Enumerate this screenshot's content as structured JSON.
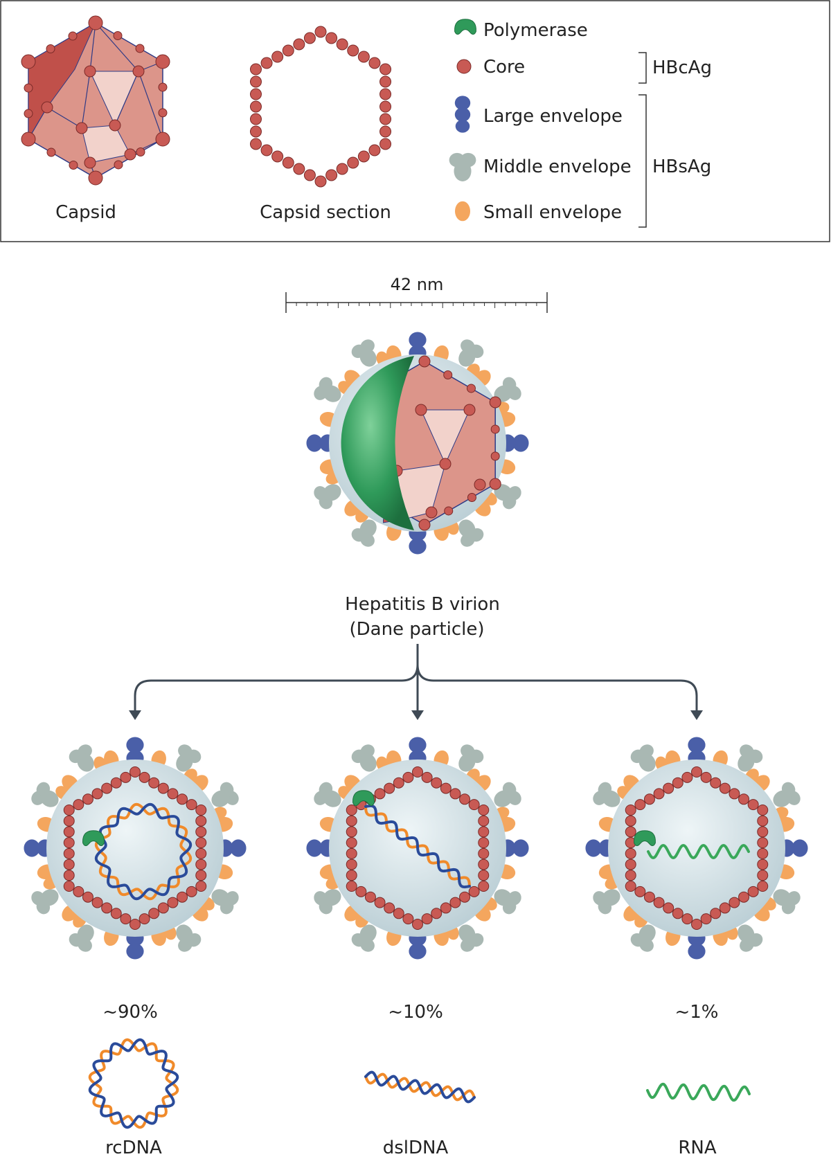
{
  "legend": {
    "capsid_label": "Capsid",
    "capsid_section_label": "Capsid section",
    "items": [
      {
        "key": "polymerase",
        "label": "Polymerase",
        "icon": "polymerase-icon"
      },
      {
        "key": "core",
        "label": "Core",
        "icon": "core-icon"
      },
      {
        "key": "large",
        "label": "Large envelope",
        "icon": "large-envelope-icon"
      },
      {
        "key": "middle",
        "label": "Middle envelope",
        "icon": "middle-envelope-icon"
      },
      {
        "key": "small",
        "label": "Small envelope",
        "icon": "small-envelope-icon"
      }
    ],
    "groups": {
      "hbcag": "HBcAg",
      "hbsag": "HBsAg"
    }
  },
  "scale_bar": {
    "label": "42 nm"
  },
  "virion": {
    "line1": "Hepatitis B virion",
    "line2": "(Dane particle)"
  },
  "particles": [
    {
      "percent": "~90%",
      "genome": "rcDNA"
    },
    {
      "percent": "~10%",
      "genome": "dslDNA"
    },
    {
      "percent": "~1%",
      "genome": "RNA"
    }
  ],
  "colors": {
    "core": "#c85a54",
    "core_edge": "#7a2a28",
    "capsid_dark": "#c0504a",
    "capsid_mid": "#dc958a",
    "capsid_light": "#f2d2cb",
    "capsid_line": "#2e3a86",
    "large_envelope": "#4a5fa8",
    "middle_envelope": "#a9b8b3",
    "small_envelope": "#f4a65e",
    "membrane": "#cfdde2",
    "polymerase": "#2f9a5a",
    "dna_blue": "#2a4b9a",
    "dna_orange": "#f08a2a",
    "rna": "#3aa85a",
    "arrow": "#3f4a55"
  }
}
